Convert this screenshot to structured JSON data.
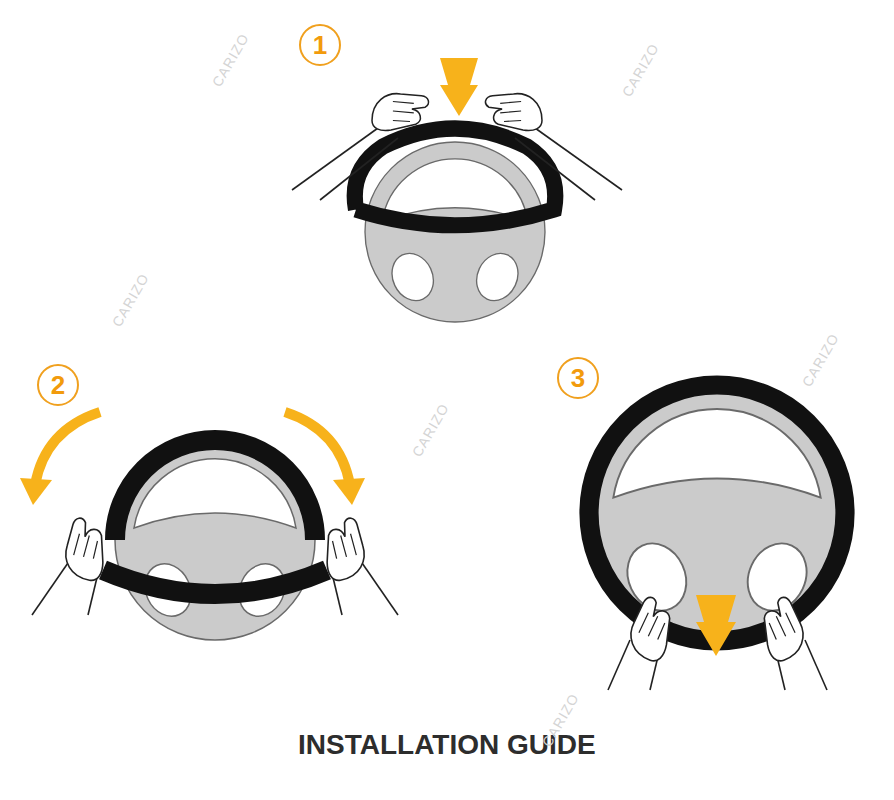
{
  "diagram": {
    "title": "INSTALLATION GUIDE",
    "nodes": [
      {
        "text": [
          "1"
        ]
      },
      {
        "text": [
          "2"
        ]
      },
      {
        "text": [
          "3"
        ]
      }
    ],
    "labels": [
      "CARIZO",
      "CARIZO",
      "CARIZO",
      "CARIZO",
      "CARIZO",
      "CARIZO"
    ]
  }
}
